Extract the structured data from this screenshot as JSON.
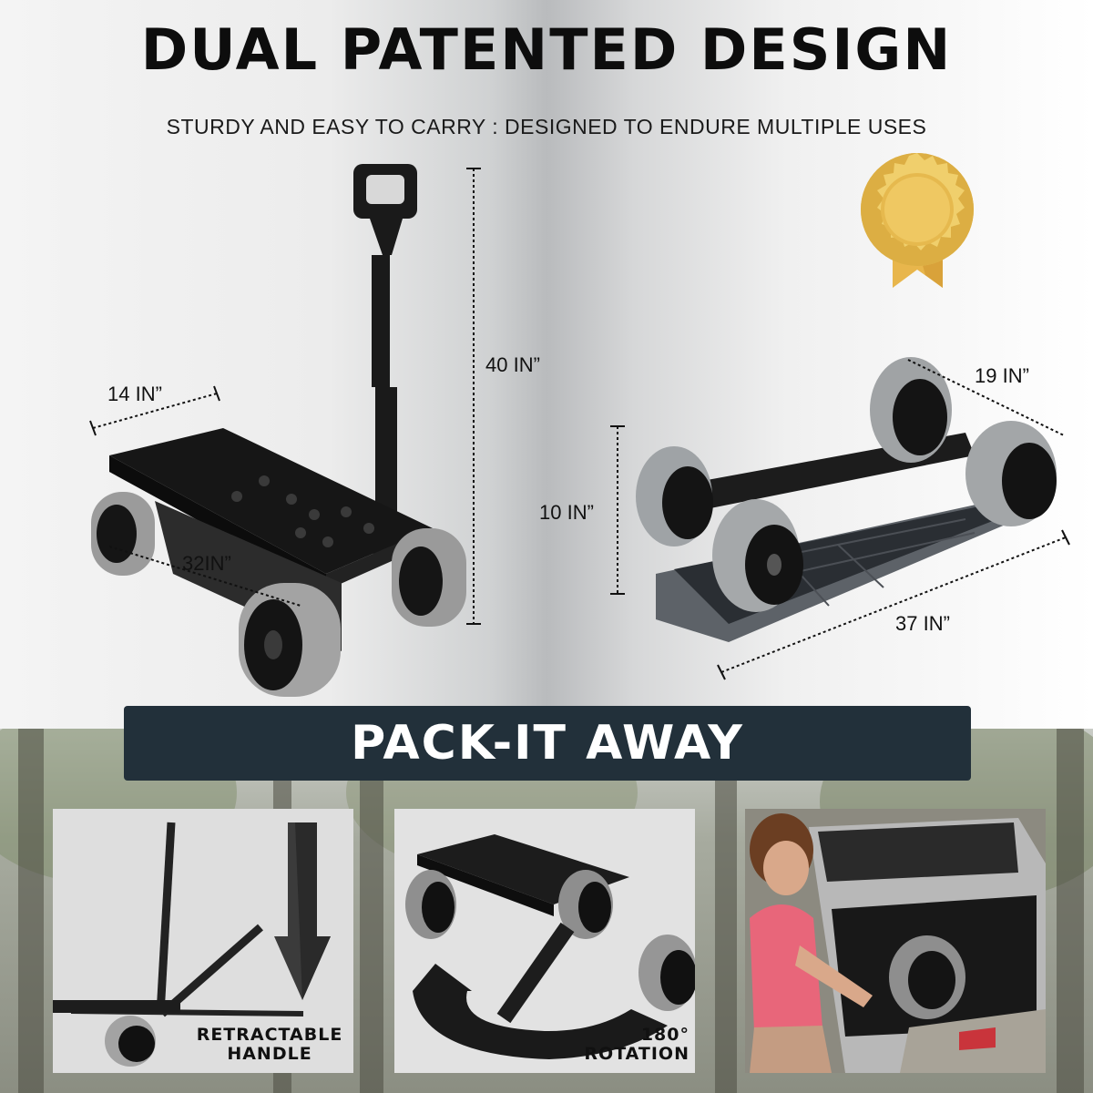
{
  "header": {
    "title": "DUAL PATENTED DESIGN",
    "subtitle": "STURDY AND EASY TO CARRY : DESIGNED TO ENDURE MULTIPLE USES"
  },
  "dimensions": {
    "width_left": "14 IN”",
    "length_left": "32IN”",
    "height_left": "40 IN”",
    "width_right": "19 IN”",
    "height_right": "10 IN”",
    "length_right": "37 IN”"
  },
  "banner": {
    "text": "PACK-IT AWAY"
  },
  "panels": [
    {
      "caption_line1": "RETRACTABLE",
      "caption_line2": "HANDLE"
    },
    {
      "caption_line1": "180°",
      "caption_line2": "ROTATION"
    },
    {
      "caption_line1": "",
      "caption_line2": ""
    }
  ],
  "colors": {
    "banner_bg": "#22303a",
    "seal_gold": "#e2b94a",
    "wheel_tire": "#9a9a9a",
    "cart_body": "#1b1b1b",
    "shirt_pink": "#e8667a"
  }
}
